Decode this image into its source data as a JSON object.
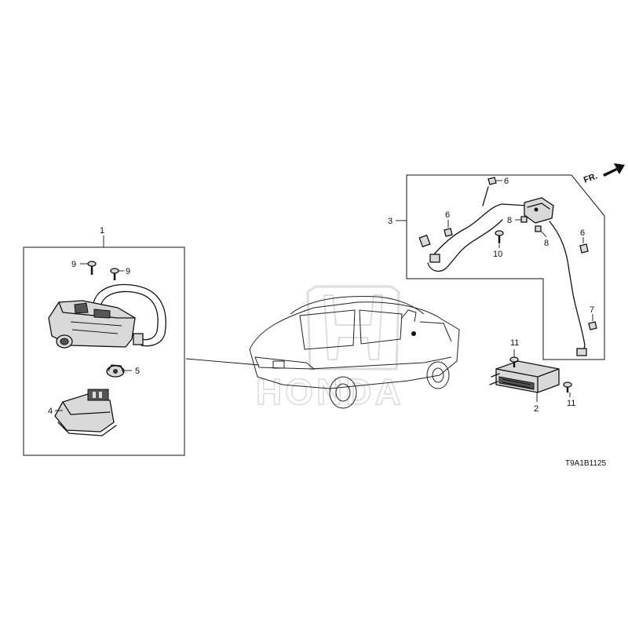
{
  "diagram_code": "T9A1B1125",
  "direction_label": "FR.",
  "watermark": "HONDA",
  "callouts": {
    "c1": "1",
    "c2": "2",
    "c3": "3",
    "c4": "4",
    "c5": "5",
    "c6a": "6",
    "c6b": "6",
    "c6c": "6",
    "c7": "7",
    "c8a": "8",
    "c8b": "8",
    "c9a": "9",
    "c9b": "9",
    "c10": "10",
    "c11a": "11",
    "c11b": "11"
  }
}
